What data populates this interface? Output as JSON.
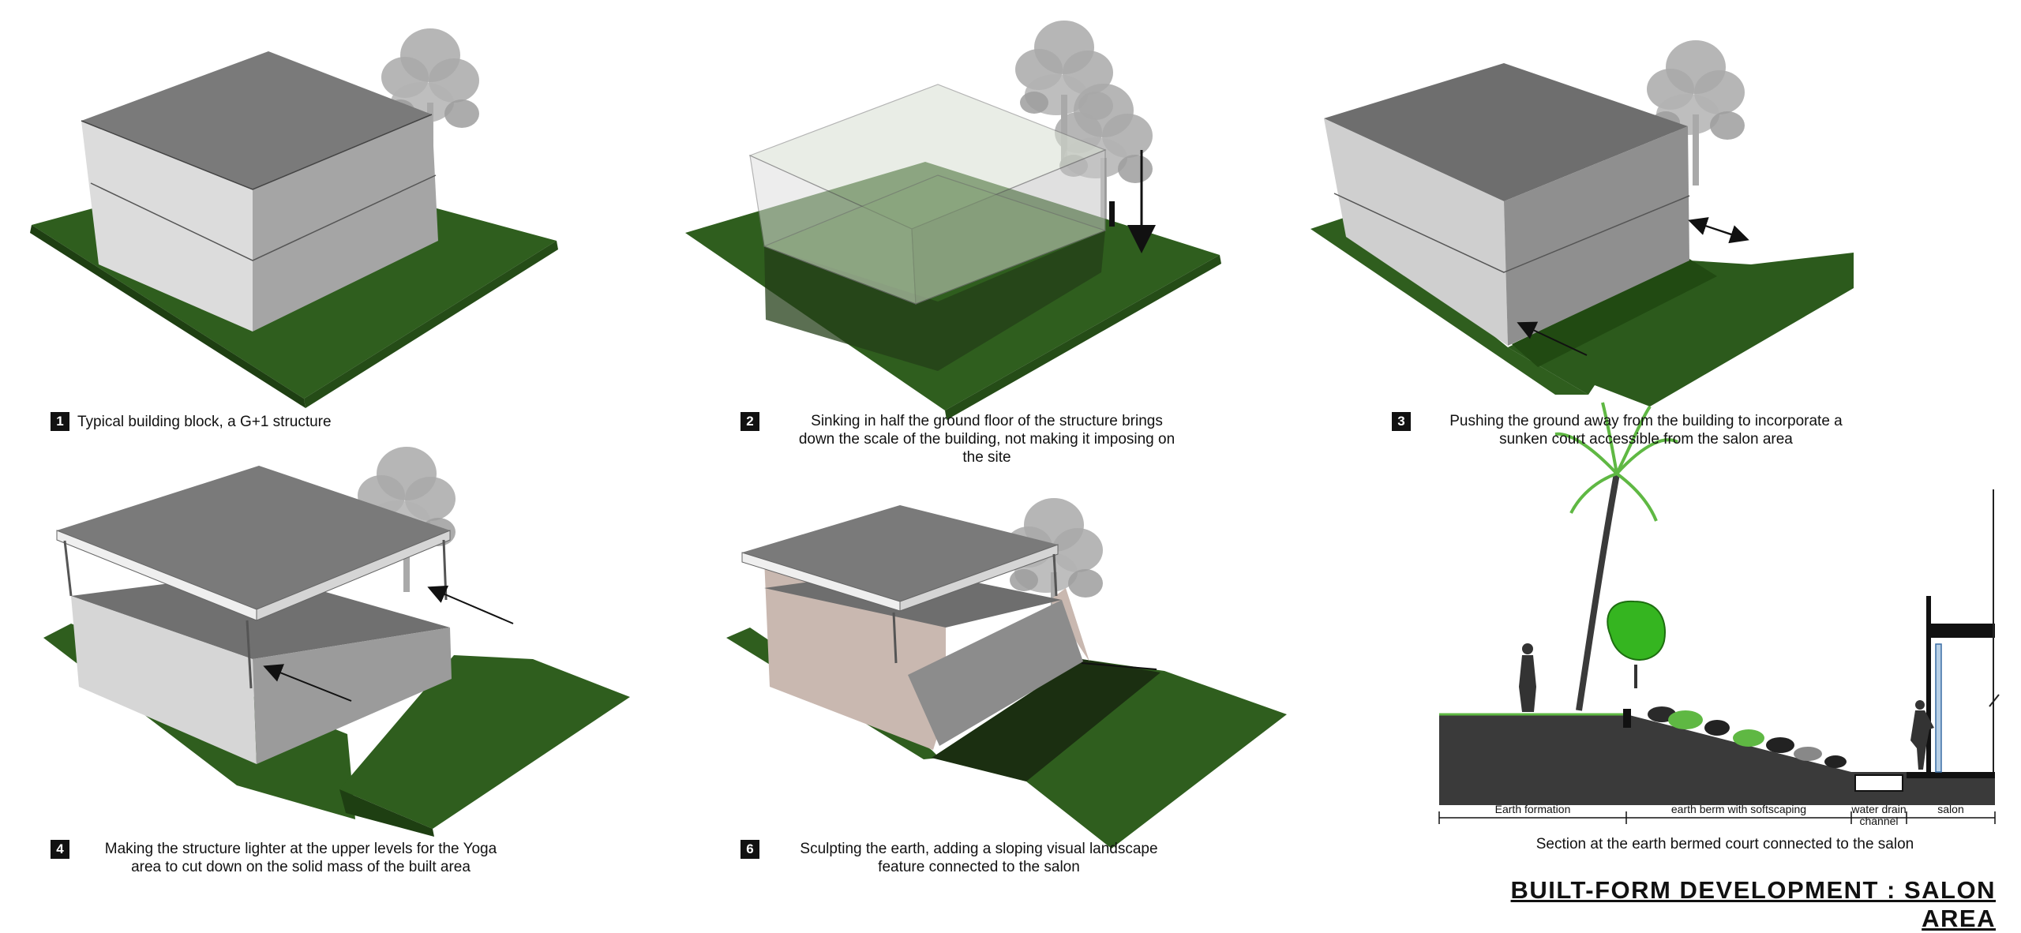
{
  "steps": [
    {
      "number": "1",
      "caption": "Typical building block, a G+1 structure"
    },
    {
      "number": "2",
      "caption_lines": [
        "Sinking in half the ground floor of the structure brings",
        "down the scale of the building, not making it imposing on",
        "the site"
      ]
    },
    {
      "number": "3",
      "caption_lines": [
        "Pushing the ground away from the building to incorporate a",
        "sunken court accessible from the salon area"
      ]
    },
    {
      "number": "4",
      "caption_lines": [
        "Making the structure lighter at the upper levels for the Yoga",
        "area to cut down on the solid mass of the built area"
      ]
    },
    {
      "number": "6",
      "caption_lines": [
        "Sculpting the earth, adding a sloping visual landscape",
        "feature connected to the salon"
      ]
    }
  ],
  "section": {
    "labels": {
      "earth_formation": "Earth formation",
      "earth_berm": "earth berm with softscaping",
      "water_drain_lines": [
        "water drain",
        "channel"
      ],
      "salon": "salon"
    },
    "caption": "Section at the earth bermed court connected to the salon"
  },
  "title": "BUILT-FORM DEVELOPMENT : SALON AREA",
  "colors": {
    "grass": "#2f5e1e",
    "grass_dark": "#1f4314",
    "roof": "#7a7a7a",
    "wall_light": "#d9d9d9",
    "wall_mid": "#a8a8a8",
    "earth_section": "#3a3a3a",
    "shrub_green": "#35b520",
    "sculpted_wall": "#c9b8b0"
  }
}
